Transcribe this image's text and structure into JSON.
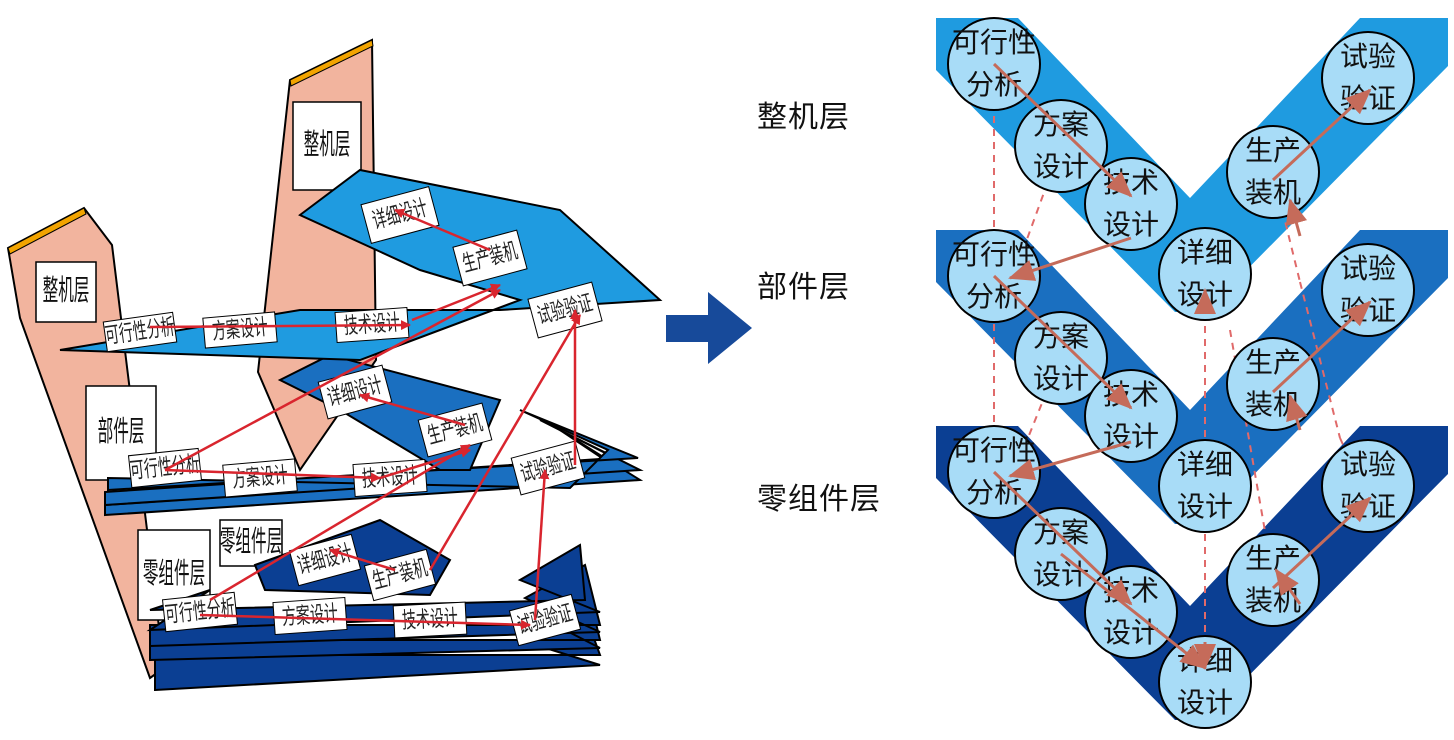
{
  "colors": {
    "wall": "#f2b49e",
    "wall_edge": "#e9a48a",
    "wall_top": "#f2a400",
    "layer1": "#1f9be0",
    "layer2": "#1a6fc0",
    "layer3": "#0b3f93",
    "layer1_light": "#42b0ea",
    "node_fill": "#a8dcf7",
    "arrow_red": "#d9252e",
    "arrow_brown": "#c56b5a",
    "dashed": "#e06a6a",
    "big_arrow": "#174a9a"
  },
  "left_3d": {
    "wall_labels": [
      "整机层",
      "整机层",
      "部件层",
      "零组件层",
      "零组件层"
    ],
    "card_labels": [
      "可行性分析",
      "方案设计",
      "技术设计",
      "详细设计",
      "生产装机",
      "试验验证"
    ]
  },
  "layer_labels": [
    "整机层",
    "部件层",
    "零组件层"
  ],
  "v_layers": [
    {
      "name": "整机层",
      "nodes": [
        {
          "id": "feasibility",
          "lines": [
            "可行性",
            "分析"
          ]
        },
        {
          "id": "scheme",
          "lines": [
            "方案",
            "设计"
          ]
        },
        {
          "id": "technical",
          "lines": [
            "技术",
            "设计"
          ]
        },
        {
          "id": "detail",
          "lines": [
            "详细",
            "设计"
          ]
        },
        {
          "id": "production",
          "lines": [
            "生产",
            "装机"
          ]
        },
        {
          "id": "test",
          "lines": [
            "试验",
            "验证"
          ]
        }
      ]
    },
    {
      "name": "部件层",
      "nodes": [
        {
          "id": "feasibility",
          "lines": [
            "可行性",
            "分析"
          ]
        },
        {
          "id": "scheme",
          "lines": [
            "方案",
            "设计"
          ]
        },
        {
          "id": "technical",
          "lines": [
            "技术",
            "设计"
          ]
        },
        {
          "id": "detail",
          "lines": [
            "详细",
            "设计"
          ]
        },
        {
          "id": "production",
          "lines": [
            "生产",
            "装机"
          ]
        },
        {
          "id": "test",
          "lines": [
            "试验",
            "验证"
          ]
        }
      ]
    },
    {
      "name": "零组件层",
      "nodes": [
        {
          "id": "feasibility",
          "lines": [
            "可行性",
            "分析"
          ]
        },
        {
          "id": "scheme",
          "lines": [
            "方案",
            "设计"
          ]
        },
        {
          "id": "technical",
          "lines": [
            "技术",
            "设计"
          ]
        },
        {
          "id": "detail",
          "lines": [
            "详细",
            "设计"
          ]
        },
        {
          "id": "production",
          "lines": [
            "生产",
            "装机"
          ]
        },
        {
          "id": "test",
          "lines": [
            "试验",
            "验证"
          ]
        }
      ]
    }
  ]
}
